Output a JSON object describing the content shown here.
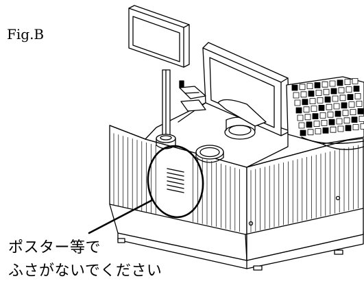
{
  "figure": {
    "label": "Fig.B"
  },
  "callout": {
    "line1": "ポスター等で",
    "line2": "ふさがないでください"
  }
}
